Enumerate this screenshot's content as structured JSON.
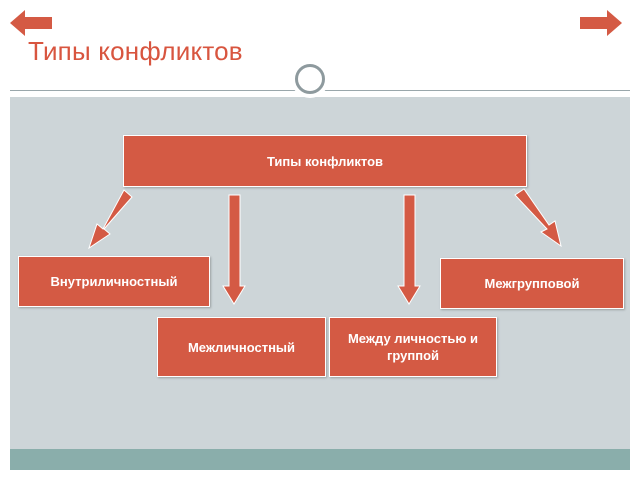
{
  "slide": {
    "title": "Типы конфликтов"
  },
  "diagram": {
    "root": "Типы конфликтов",
    "types": [
      {
        "label": "Внутриличностный"
      },
      {
        "label": "Межличностный"
      },
      {
        "label": "Между личностью и группой"
      },
      {
        "label": "Межгрупповой"
      }
    ]
  },
  "colors": {
    "accent": "#d45a44",
    "content_bg": "#cdd5d8",
    "footer": "#8aaeab",
    "title_text": "#d8553f"
  },
  "nav": {
    "back_icon": "arrow-left-icon",
    "forward_icon": "arrow-right-icon"
  }
}
